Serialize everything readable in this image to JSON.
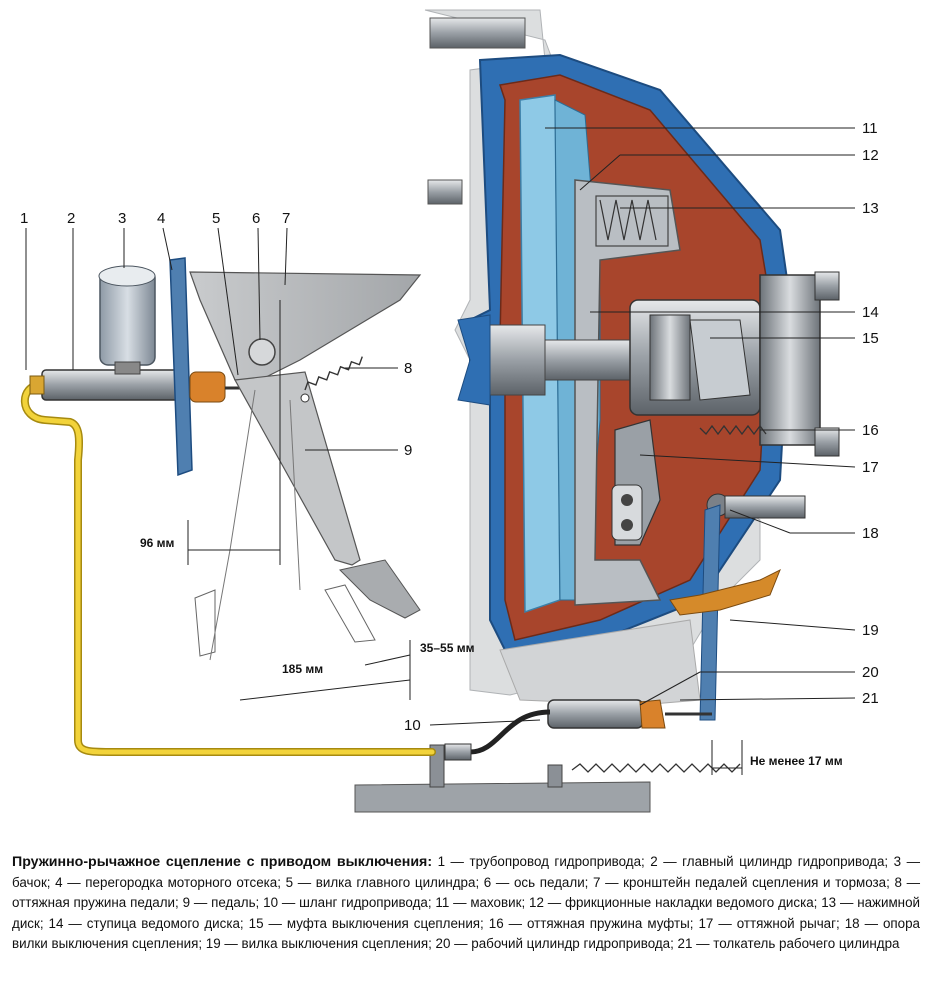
{
  "labels": {
    "n1": "1",
    "n2": "2",
    "n3": "3",
    "n4": "4",
    "n5": "5",
    "n6": "6",
    "n7": "7",
    "n8": "8",
    "n9": "9",
    "n10": "10",
    "n11": "11",
    "n12": "12",
    "n13": "13",
    "n14": "14",
    "n15": "15",
    "n16": "16",
    "n17": "17",
    "n18": "18",
    "n19": "19",
    "n20": "20",
    "n21": "21"
  },
  "dimensions": {
    "d96": "96 мм",
    "d185": "185 мм",
    "d3555": "35–55 мм",
    "d17": "Не менее 17 мм"
  },
  "caption": {
    "title": "Пружинно-рычажное сцепление с приводом выключения:",
    "text": " 1 — трубопровод гидропривода; 2 — главный цилиндр гидропривода; 3 — бачок; 4 — перегородка моторного отсека; 5 — вилка главного цилиндра; 6 — ось педали; 7 — кронштейн педалей сцепления и тормоза; 8 — оттяжная пружина педали; 9 — педаль; 10 — шланг гидропривода; 11 — маховик; 12 — фрикционные накладки ведомого диска; 13 — нажимной диск; 14 — ступица ведомого диска; 15 — муфта выключения сцепления; 16 — оттяжная пружина муфты; 17 — оттяжной рычаг; 18 — опора вилки выключения сцепления; 19 — вилка выключения сцепления; 20 — рабочий цилиндр гидропривода; 21 — толкатель рабочего цилиндра"
  },
  "colors": {
    "housing_blue": "#2f6fb3",
    "flywheel_red": "#a8452c",
    "disk_light_blue": "#8ec9e6",
    "pipe_yellow": "#f2d33a",
    "metal_gray": "#9aa0a6",
    "pedal_gray": "#b9bbbd",
    "orange_piston": "#d9822b"
  }
}
